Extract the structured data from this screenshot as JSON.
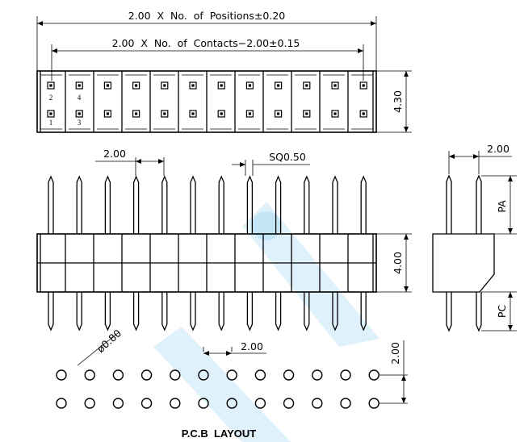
{
  "top_view": {
    "dim_positions": "2.00  X  No.  of  Positions±0.20",
    "dim_contacts": "2.00  X  No.  of  Contacts−2.00±0.15",
    "dim_height": "4.30",
    "pin_labels": [
      "2",
      "4",
      "1",
      "3"
    ]
  },
  "front_view": {
    "dim_pitch": "2.00",
    "dim_square": "SQ0.50",
    "dim_height": "4.00"
  },
  "side_view": {
    "dim_pitch": "2.00",
    "label_pa": "PA",
    "label_pc": "PC"
  },
  "pcb_layout": {
    "dim_hole": "ø0.80",
    "dim_pitch": "2.00",
    "dim_row": "2.00",
    "title": "P.C.B  LAYOUT"
  },
  "colors": {
    "line": "#000000",
    "watermark": "#4fb0e4"
  }
}
